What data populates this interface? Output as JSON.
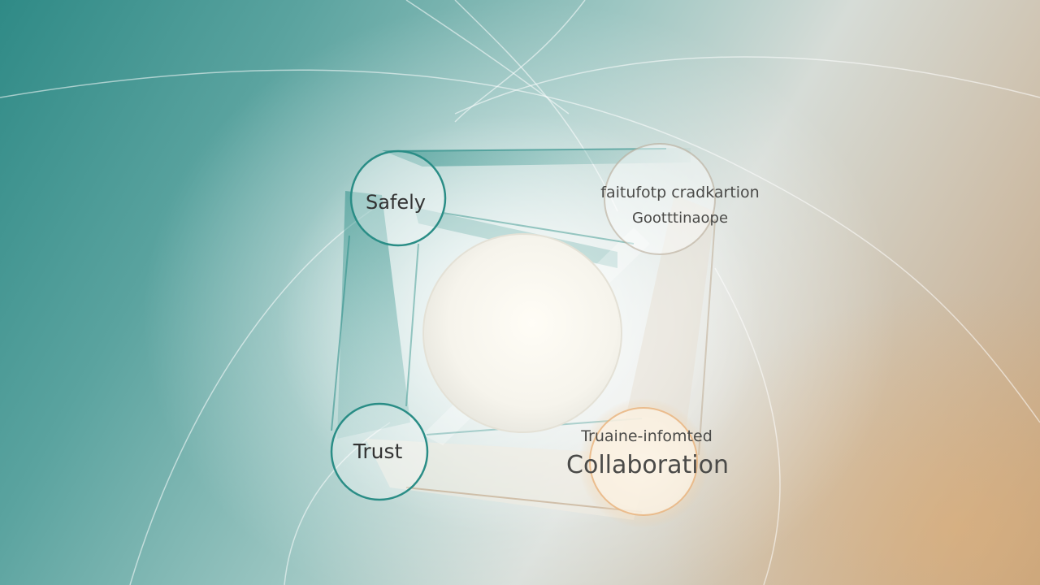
{
  "diagram": {
    "nodes": {
      "safety": {
        "label": "Safely"
      },
      "trust": {
        "label": "Trust"
      },
      "top_right": {
        "line1": "faitufotp cradkartion",
        "line2": "Gootttinaope"
      },
      "bottom_right": {
        "line1": "Truaine-infomted",
        "line2": "Collaboration"
      }
    }
  },
  "colors": {
    "teal": "#2a8d86",
    "peach": "#e9b27a",
    "text": "#333333"
  }
}
